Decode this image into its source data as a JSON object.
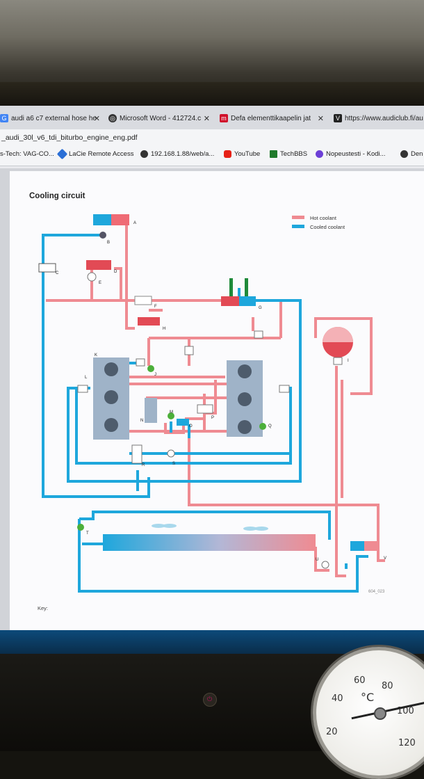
{
  "tabs": [
    {
      "label": "audi a6 c7 external hose he",
      "icon": "google-icon",
      "color": "#4285f4"
    },
    {
      "label": "Microsoft Word - 412724.c",
      "icon": "globe-icon",
      "color": "#333333"
    },
    {
      "label": "Defa elementtikaapelin jat",
      "icon": "m-logo-icon",
      "color": "#d0112b"
    },
    {
      "label": "https://www.audiclub.fi/au",
      "icon": "v-logo-icon",
      "color": "#222222"
    }
  ],
  "document_name": "_audi_30l_v6_tdi_biturbo_engine_eng.pdf",
  "bookmarks": [
    {
      "label": "s-Tech: VAG-CO...",
      "icon": "none"
    },
    {
      "label": "LaCie Remote Access",
      "icon": "lacie-icon",
      "color": "#2b6fd6"
    },
    {
      "label": "192.168.1.88/web/a...",
      "icon": "globe-icon",
      "color": "#333333"
    },
    {
      "label": "YouTube",
      "icon": "youtube-icon",
      "color": "#e62117"
    },
    {
      "label": "TechBBS",
      "icon": "techbbs-icon",
      "color": "#1f7a2b"
    },
    {
      "label": "Nopeustesti - Kodi...",
      "icon": "speedtest-icon",
      "color": "#6c3fd6"
    },
    {
      "label": "Den",
      "icon": "globe-icon",
      "color": "#333333"
    }
  ],
  "diagram": {
    "title": "Cooling circuit",
    "legend": [
      {
        "label": "Hot coolant",
        "color": "#ef8b92"
      },
      {
        "label": "Cooled coolant",
        "color": "#1ea7dc"
      }
    ],
    "component_labels": [
      "A",
      "B",
      "C",
      "D",
      "E",
      "F",
      "G",
      "H",
      "I",
      "J",
      "K",
      "L",
      "M",
      "N",
      "O",
      "P",
      "Q",
      "R",
      "S",
      "T",
      "U",
      "V"
    ],
    "figure_ref": "604_023",
    "key_label": "Key:"
  },
  "gauge": {
    "unit": "°C",
    "ticks": [
      "20",
      "40",
      "60",
      "80",
      "100",
      "120"
    ]
  },
  "colors": {
    "hot": "#ef8b92",
    "cold": "#1ea7dc",
    "component_gray": "#9fb3c8"
  }
}
